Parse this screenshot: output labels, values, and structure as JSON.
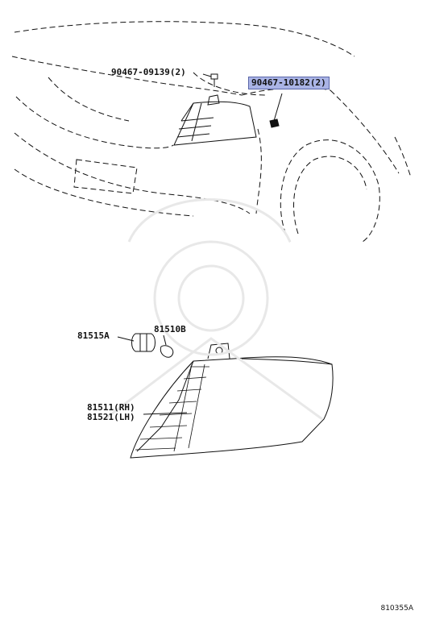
{
  "callouts": [
    {
      "id": "bolt",
      "label": "90467-09139(2)",
      "highlighted": false
    },
    {
      "id": "clip",
      "label": "90467-10182(2)",
      "highlighted": true
    },
    {
      "id": "socket",
      "label": "81515A",
      "highlighted": false
    },
    {
      "id": "bulb",
      "label": "81510B",
      "highlighted": false
    },
    {
      "id": "lamp",
      "label_rh": "81511(RH)",
      "label_lh": "81521(LH)",
      "highlighted": false
    }
  ],
  "diagram_code": "810355A",
  "colors": {
    "highlight": "#aab4e6",
    "line": "#111111"
  }
}
